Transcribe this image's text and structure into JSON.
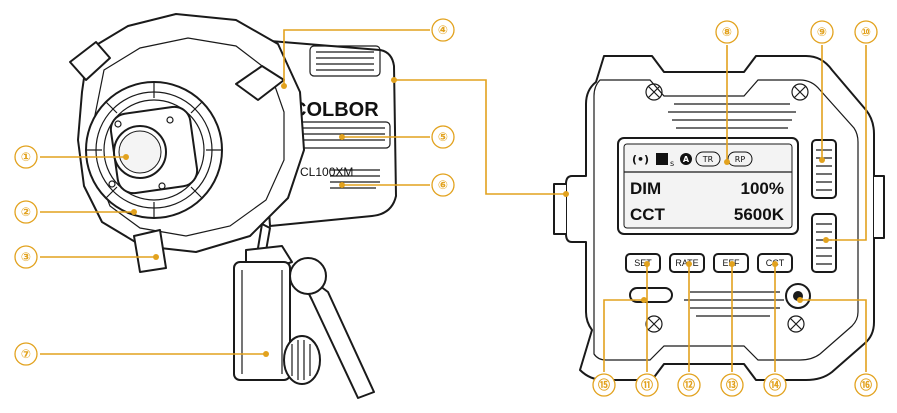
{
  "brand": "COLBOR",
  "model": "CL100XM",
  "lcd": {
    "status_icons": [
      "signal-icon",
      "fan-icon",
      "a-circle-icon"
    ],
    "fan_suffix": "s",
    "tr_label": "TR",
    "rp_label": "RP",
    "row1_label": "DIM",
    "row1_value": "100%",
    "row2_label": "CCT",
    "row2_value": "5600K"
  },
  "buttons": {
    "set": "SET",
    "rate": "RATE",
    "eff": "EFF",
    "cct": "CCT"
  },
  "callouts": [
    "①",
    "②",
    "③",
    "④",
    "⑤",
    "⑥",
    "⑦",
    "⑧",
    "⑨",
    "⑩",
    "⑪",
    "⑫",
    "⑬",
    "⑭",
    "⑮",
    "⑯"
  ],
  "colors": {
    "callout": "#e2a21e",
    "outline": "#1a1a1a"
  }
}
